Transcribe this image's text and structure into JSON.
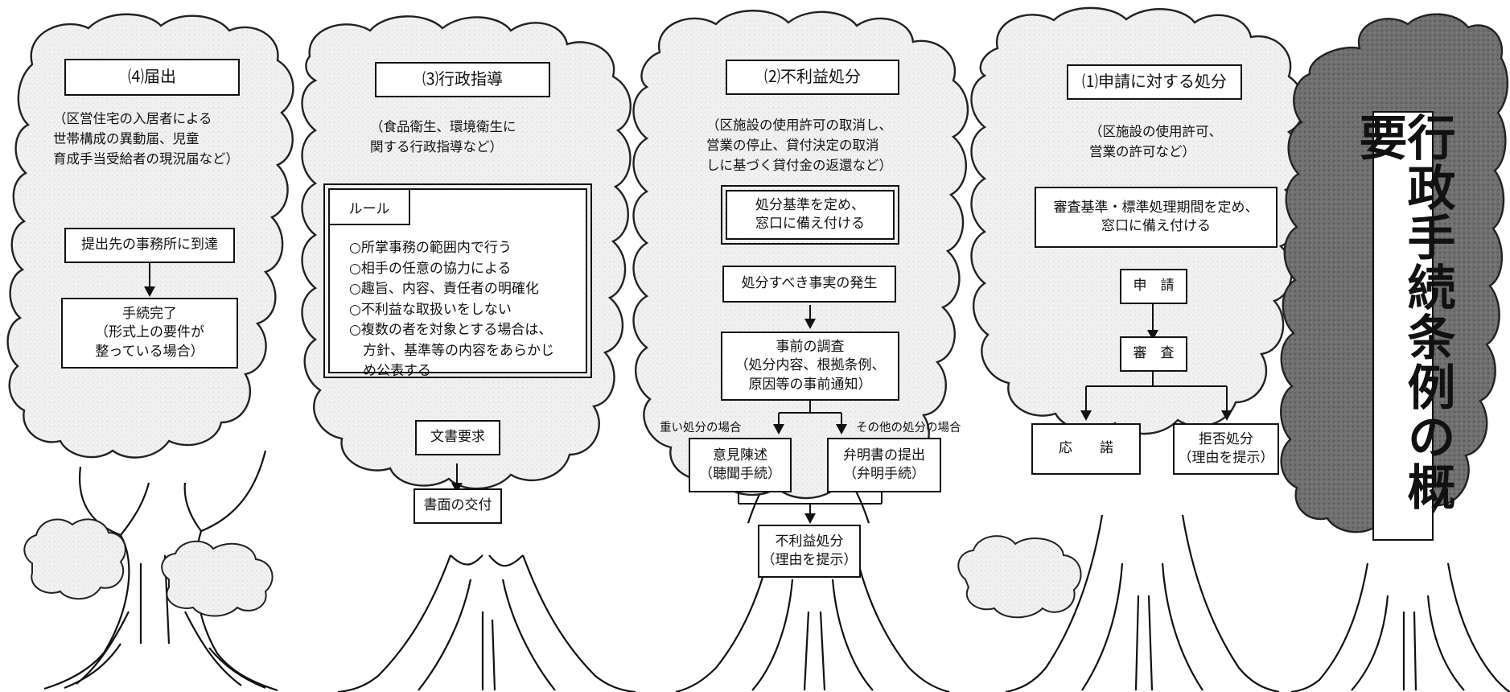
{
  "main_title": "行政手続条例の概要",
  "sections": {
    "todokede": {
      "title": "⑷届出",
      "note": "（区営住宅の入居者による\n世帯構成の異動届、児童\n育成手当受給者の現況届など）",
      "step1": "提出先の事務所に到達",
      "step2": "手続完了\n（形式上の要件が\n整っている場合）"
    },
    "gyosei_shido": {
      "title": "⑶行政指導",
      "note": "（食品衛生、環境衛生に\n関する行政指導など）",
      "rules_label": "ルール",
      "rules": [
        "○所掌事務の範囲内で行う",
        "○相手の任意の協力による",
        "○趣旨、内容、責任者の明確化",
        "○不利益な取扱いをしない",
        "○複数の者を対象とする場合は、\n　方針、基準等の内容をあらかじ\n　め公表する"
      ],
      "step1": "文書要求",
      "step2": "書面の交付"
    },
    "furieki": {
      "title": "⑵不利益処分",
      "note": "（区施設の使用許可の取消し、\n営業の停止、貸付決定の取消\nしに基づく貸付金の返還など）",
      "step1": "処分基準を定め、\n窓口に備え付ける",
      "step2": "処分すべき事実の発生",
      "step3": "事前の調査\n（処分内容、根拠条例、\n原因等の事前通知）",
      "branch_left_label": "重い処分の場合",
      "branch_right_label": "その他の処分の場合",
      "branch_left": "意見陳述\n（聴聞手続）",
      "branch_right": "弁明書の提出\n（弁明手続）",
      "result": "不利益処分\n（理由を提示）"
    },
    "shinsei": {
      "title": "⑴申請に対する処分",
      "note": "（区施設の使用許可、\n営業の許可など）",
      "step1": "審査基準・標準処理期間を定め、\n窓口に備え付ける",
      "step2": "申　請",
      "step3": "審　査",
      "result_left": "応　　諾",
      "result_right": "拒否処分\n（理由を提示）"
    }
  }
}
